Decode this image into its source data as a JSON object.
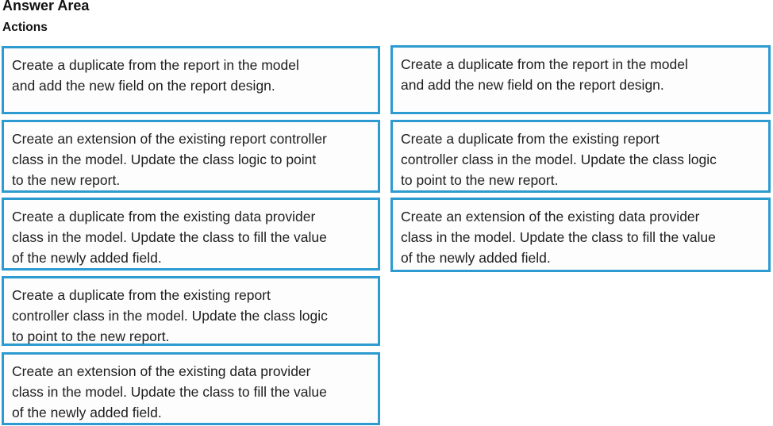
{
  "header": {
    "title": "Answer Area",
    "subtitle": "Actions"
  },
  "colors": {
    "box_border": "#2D9BD0",
    "text": "#1E1E1E",
    "background": "#FFFFFF"
  },
  "actions": {
    "items": [
      "Create a duplicate from the report in the model\nand add the new field on the report design.",
      "Create an extension of the existing report controller\nclass in the model. Update the class logic to point\nto the new report.",
      "Create a duplicate from the existing data provider\nclass in the model. Update the class to fill the value\nof the newly added field.",
      "Create a duplicate from the existing report\ncontroller class in the model. Update the class logic\nto point to the new report.",
      "Create an extension of the existing data provider\nclass in the model. Update the class to fill the value\nof the newly added field."
    ]
  },
  "answers": {
    "items": [
      "Create a duplicate from the report in the model\nand add the new field on the report design.",
      "Create a duplicate from the existing report\ncontroller class in the model. Update the class logic\nto point to the new report.",
      "Create an extension of the existing data provider\nclass in the model. Update the class to fill the value\nof the newly added field."
    ]
  }
}
